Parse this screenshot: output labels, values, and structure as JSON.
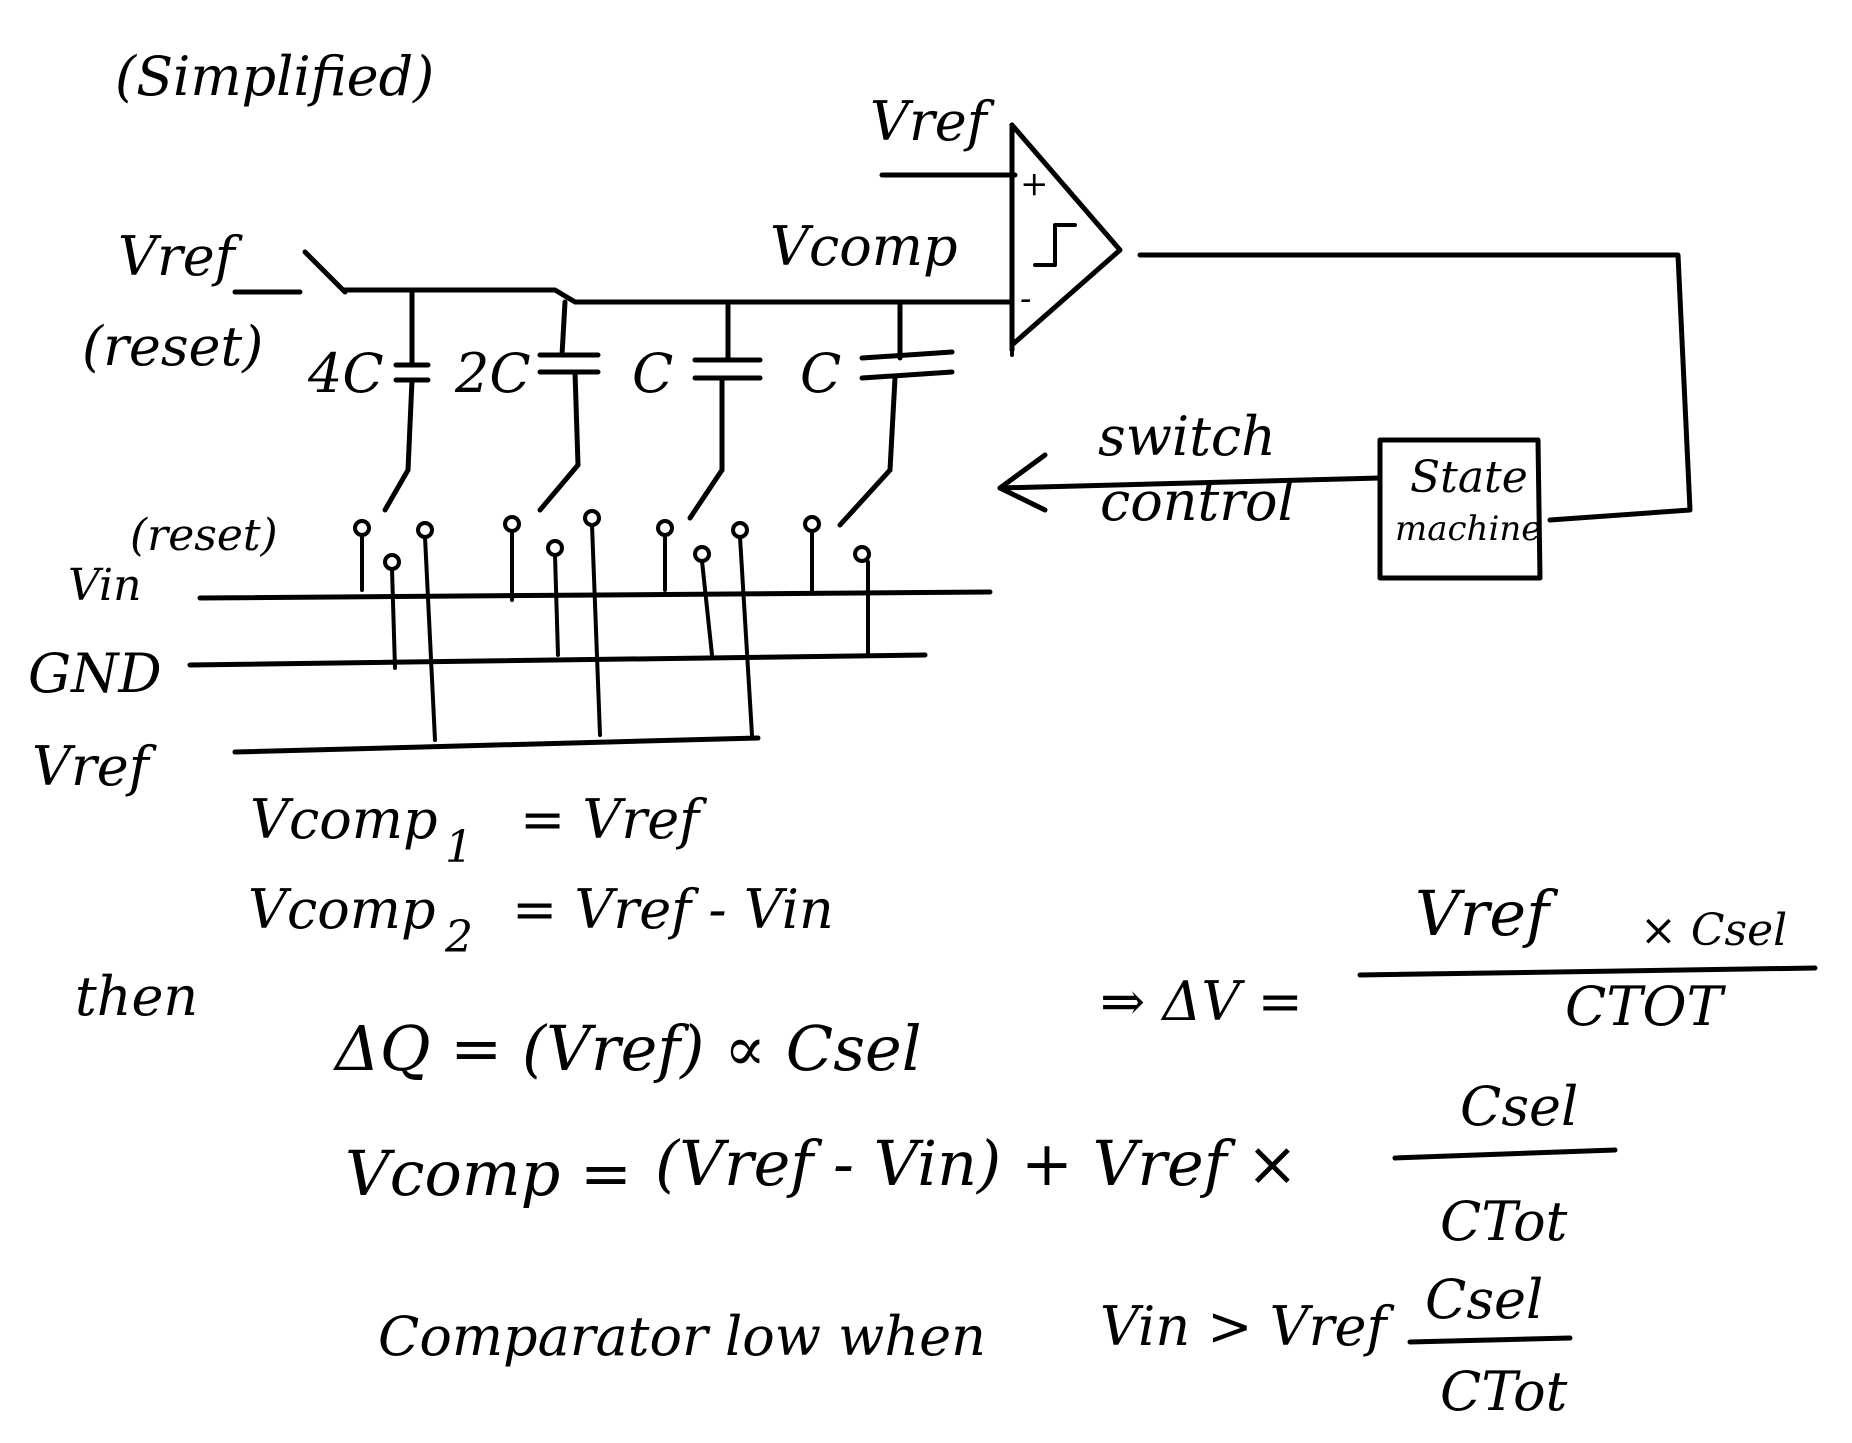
{
  "title": "(Simplified)",
  "labels": {
    "vref_top": "Vref",
    "vcomp": "Vcomp",
    "vref_reset": "Vref",
    "reset_note": "(reset)",
    "cap_4c": "4C",
    "cap_2c": "2C",
    "cap_c1": "C",
    "cap_c2": "C",
    "comp_plus": "+",
    "comp_minus": "-",
    "switch_control_1": "switch",
    "switch_control_2": "control",
    "state_machine_1": "State",
    "state_machine_2": "machine",
    "rail_vin": "Vin",
    "rail_vin_reset": "(reset)",
    "rail_gnd": "GND",
    "rail_vref": "Vref"
  },
  "equations": {
    "vcomp1_lhs": "Vcomp",
    "vcomp1_sub": "1",
    "vcomp1_rhs": "= Vref",
    "vcomp2_lhs": "Vcomp",
    "vcomp2_sub": "2",
    "vcomp2_rhs": "= Vref - Vin",
    "then": "then",
    "dq": "ΔQ = (Vref) ∝ Csel",
    "dv_arrow": "⇒ ΔV =",
    "dv_num": "Vref",
    "dv_mult": "× Csel",
    "dv_den": "CTOT",
    "vcomp_lhs": "Vcomp =",
    "vcomp_mid": "(Vref - Vin)  +  Vref ×",
    "vcomp_num": "Csel",
    "vcomp_den": "CTot",
    "comparator_text": "Comparator low when",
    "comparator_cond": "Vin > Vref",
    "comparator_num": "Csel",
    "comparator_den": "CTot"
  }
}
